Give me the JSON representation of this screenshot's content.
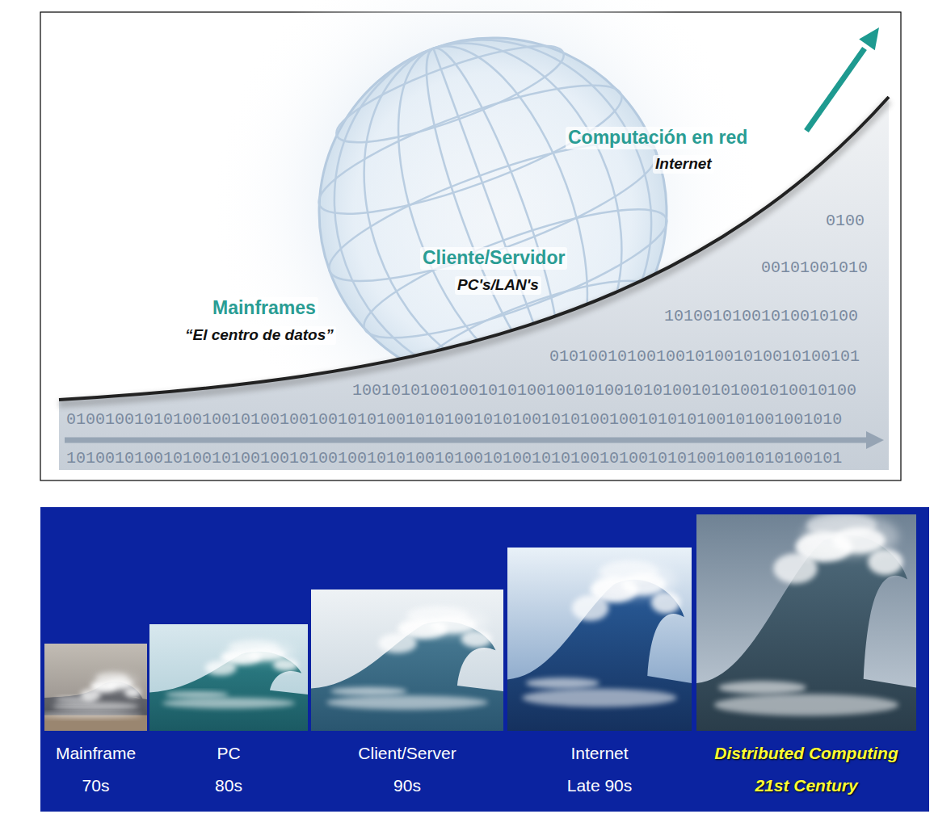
{
  "diagram": {
    "nodes": [
      {
        "text": [
          "Mainframe",
          "70s"
        ]
      },
      {
        "text": [
          "PC",
          "80s"
        ]
      },
      {
        "text": [
          "Client/Server",
          "90s"
        ]
      },
      {
        "text": [
          "Internet",
          "Late 90s"
        ]
      },
      {
        "text": [
          "Distributed Computing",
          "21st Century"
        ]
      }
    ],
    "labels": [
      "Computación en red",
      "Internet",
      "Cliente/Servidor",
      "PC's/LAN's",
      "Mainframes",
      "“El centro de datos”",
      "0100",
      "00101001010",
      "10100101001010010100",
      "01010010100100101001010010100101",
      "1001010100100101010010010100101010010101001010010100",
      "01001001010100100101001001001010100101010010101001010100100101010100101001001010",
      "10100101001010010100100101001001010100101001010010101001010010101001001010100101"
    ]
  }
}
